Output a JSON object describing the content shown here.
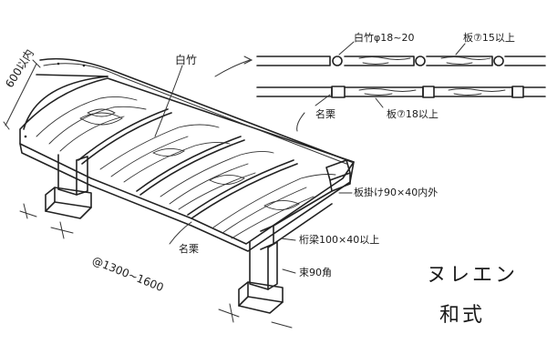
{
  "labels": {
    "width_dim": "600以内",
    "shiraita_main": "白竹",
    "shiraita_top": "白竹φ18~20",
    "board_15": "板⑦15以上",
    "kakuri_right": "名栗",
    "board_18": "板⑦18以上",
    "kakuri_bottom": "名栗",
    "board_rail": "板掛け90×40内外",
    "beam": "桁梁100×40以上",
    "post": "束90角",
    "length_dim": "@1300~1600",
    "style_line1": "ヌレエン",
    "style_line2": "和式"
  }
}
